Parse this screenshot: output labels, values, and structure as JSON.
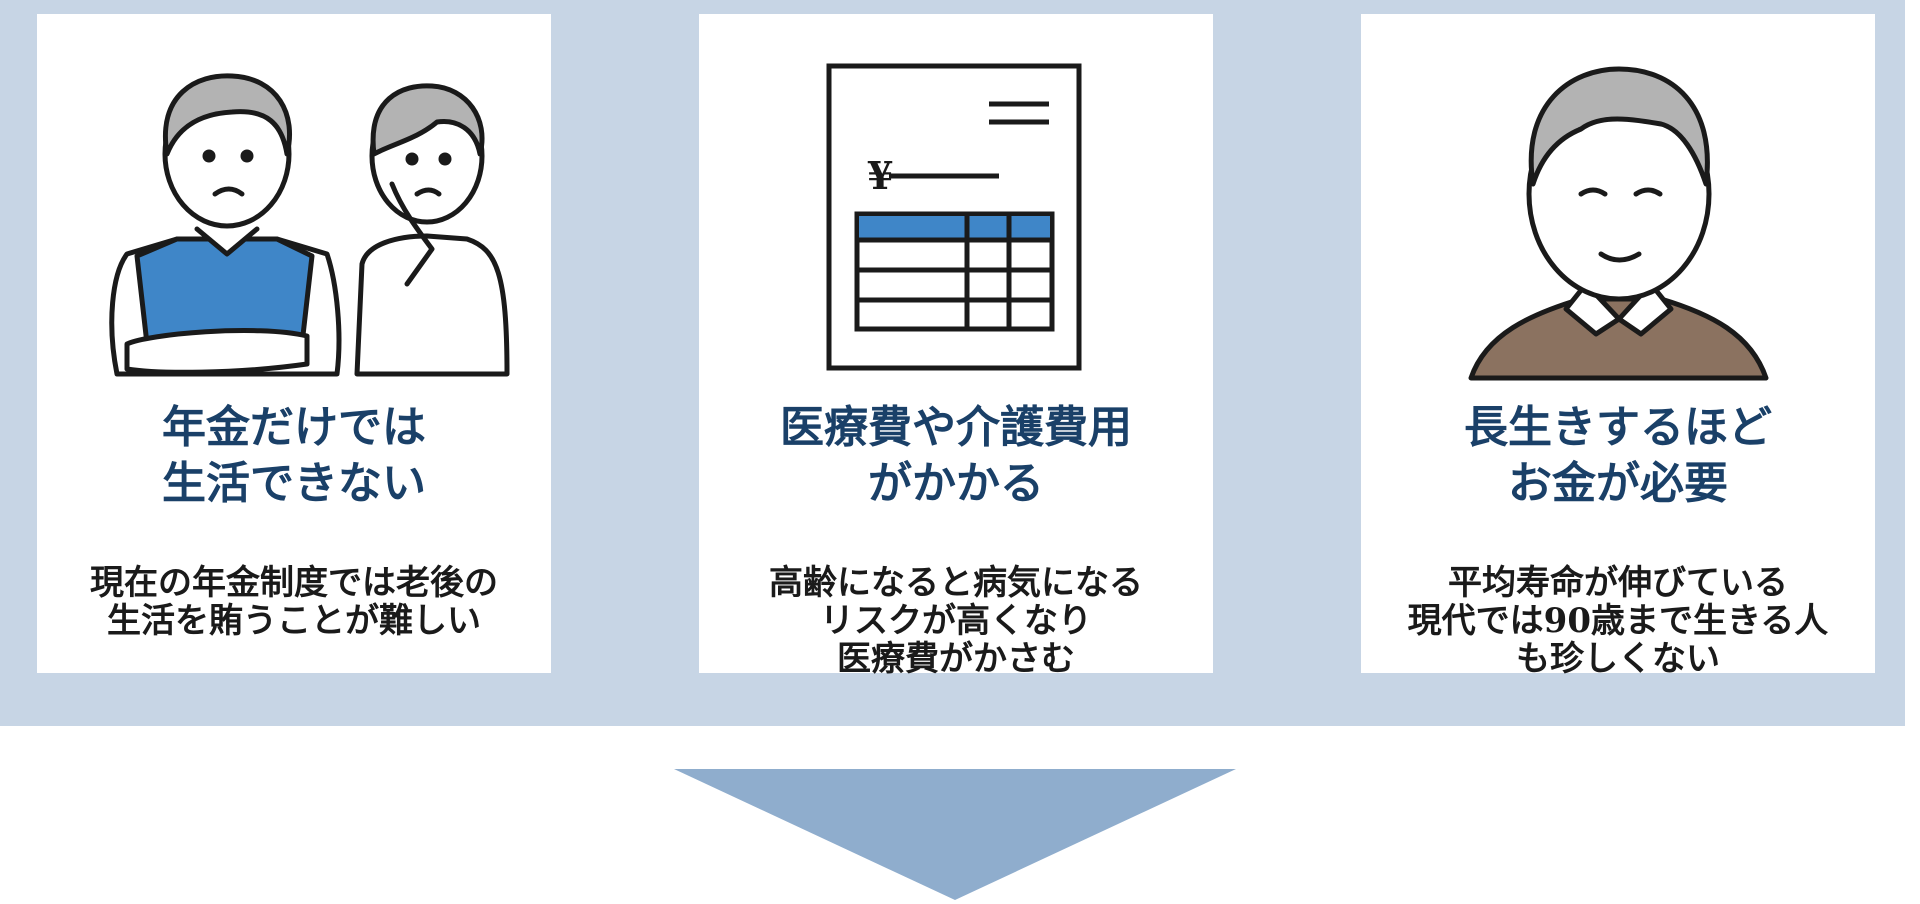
{
  "cards": [
    {
      "title": "年金だけでは\n生活できない",
      "body": "現在の年金制度では老後の\n生活を賄うことが難しい",
      "icon": "worried-couple-icon"
    },
    {
      "title": "医療費や介護費用\nがかかる",
      "body": "高齢になると病気になる\nリスクが高くなり\n医療費がかさむ",
      "icon": "medical-bill-icon",
      "currency_symbol": "¥"
    },
    {
      "title": "長生きするほど\nお金が必要",
      "body": "平均寿命が伸びている\n現代では90歳まで生きる人\nも珍しくない",
      "icon": "elderly-man-icon"
    }
  ],
  "colors": {
    "band": "#c7d5e5",
    "title": "#1a4068",
    "arrow": "#8fadcd",
    "accent_blue": "#3f86c8",
    "sweater": "#8b7260"
  }
}
